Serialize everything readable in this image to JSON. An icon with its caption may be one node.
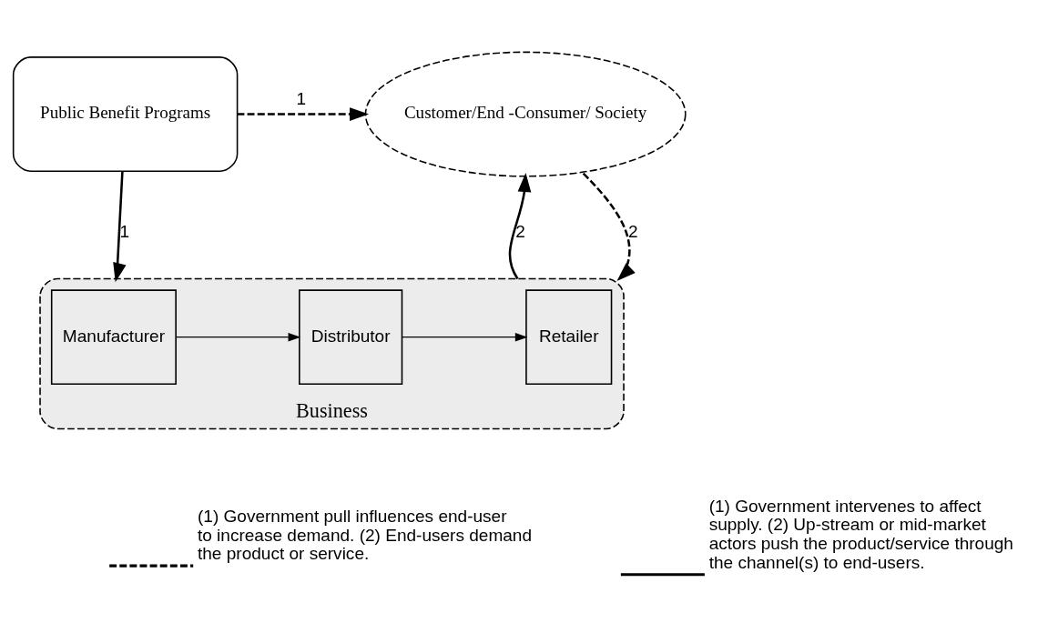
{
  "diagram": {
    "nodes": [
      {
        "text": [
          "Public Benefit Programs"
        ]
      },
      {
        "text": [
          "Customer/End -Consumer/ Society"
        ]
      },
      {
        "text": [
          "Business"
        ]
      },
      {
        "text": [
          "Manufacturer"
        ],
        "in": 2
      },
      {
        "text": [
          "Distributor"
        ],
        "in": 2
      },
      {
        "text": [
          "Retailer"
        ],
        "in": 2
      }
    ],
    "edges": [
      {
        "from": 0,
        "to": 1,
        "arrow": "to",
        "label": "1",
        "style": "dashed"
      },
      {
        "from": 0,
        "to": 2,
        "arrow": "to",
        "label": "1"
      },
      {
        "from": 1,
        "to": 2,
        "arrow": "to",
        "label": "2",
        "style": "dashed"
      },
      {
        "from": 2,
        "to": 1,
        "arrow": "to",
        "label": "2"
      },
      {
        "from": 3,
        "to": 4,
        "arrow": "to"
      },
      {
        "from": 4,
        "to": 5,
        "arrow": "to"
      }
    ],
    "legend": [
      {
        "text": "(1) Government pull influences end-user to increase demand. (2) End-users demand the product or service."
      },
      {
        "text": "(1) Government intervenes to affect supply. (2) Up-stream or mid-market actors push the product/service through the channel(s) to end-users."
      }
    ]
  }
}
